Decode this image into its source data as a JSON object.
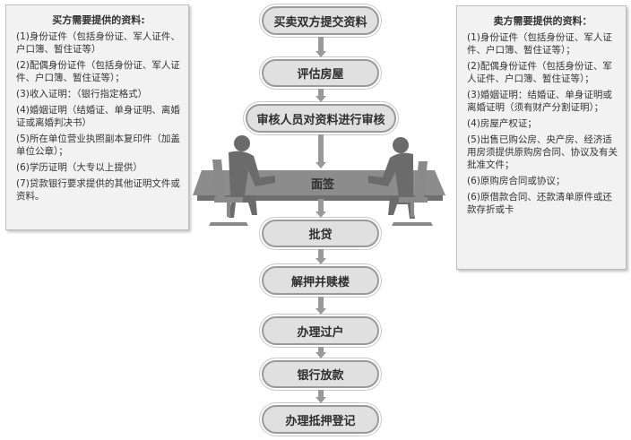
{
  "buyer": {
    "title": "买方需要提供的资料:",
    "items": [
      "(1)身份证件（包括身份证、军人证件、户口簿、暂住证等）",
      "(2)配偶身份证件（包括身份证、军人证件、户口簿、暂住证等）；",
      "(3)收入证明：（银行指定格式）",
      "(4)婚姻证明（结婚证、单身证明、离婚证或离婚判决书）",
      "(5)所在单位营业执照副本复印件（加盖单位公章）；",
      "(6)学历证明（大专以上提供）",
      "(7)贷款银行要求提供的其他证明文件或资料。"
    ]
  },
  "seller": {
    "title": "卖方需要提供的资料：",
    "items": [
      "(1)身份证件（包括身份证、军人证件、户口簿、暂住证等）；",
      "(2)配偶身份证件（包括身份证、军人证件、户口簿、暂住证等）；",
      "(3)婚姻证明：结婚证、单身证明或离婚证明（须有财产分割证明）；",
      "(4)房屋产权证；",
      "(5)出售已购公房、央产房、经济适用房须提供原购房合同、协议及有关批准文件；",
      "(6)原购房合同或协议；",
      "(6)原借款合同、还款清单原件或还款存折或卡"
    ]
  },
  "steps": [
    "买卖双方提交资料",
    "评估房屋",
    "审核人员对资料进行审核",
    "面签",
    "批贷",
    "解押并赎楼",
    "办理过户",
    "银行放款",
    "办理抵押登记"
  ]
}
